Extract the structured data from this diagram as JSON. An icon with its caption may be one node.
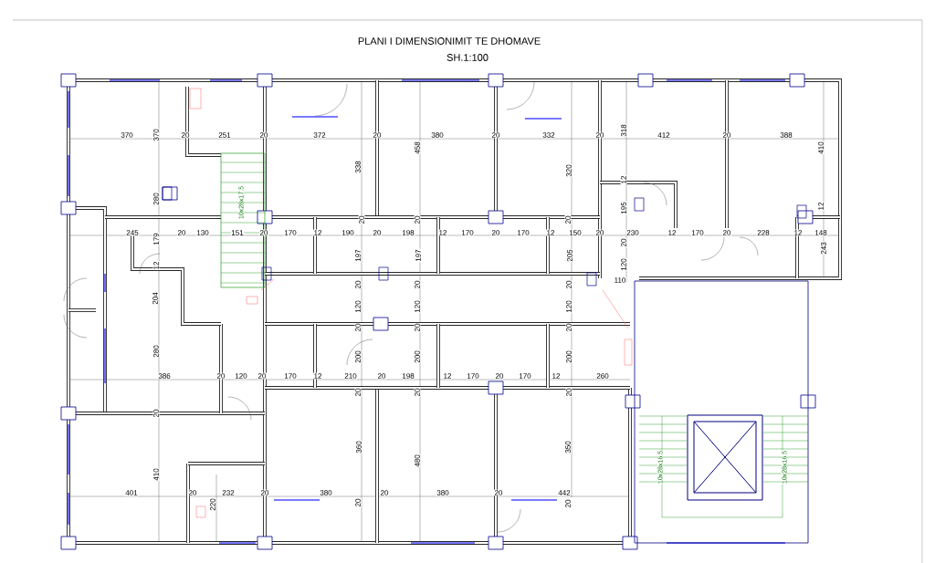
{
  "diagram": {
    "title": "PLANI I DIMENSIONIMIT TE DHOMAVE",
    "labels": [
      "SH.1:100",
      "370",
      "370",
      "20",
      "251",
      "20",
      "372",
      "338",
      "20",
      "380",
      "458",
      "20",
      "332",
      "320",
      "20",
      "318",
      "412",
      "20",
      "388",
      "410",
      "12",
      "195",
      "12",
      "280",
      "245",
      "179",
      "20",
      "130",
      "151",
      "10x28x17.5",
      "20",
      "170",
      "12",
      "190",
      "20",
      "20",
      "198",
      "20",
      "12",
      "170",
      "20",
      "170",
      "12",
      "150",
      "20",
      "20",
      "230",
      "12",
      "170",
      "20",
      "228",
      "12",
      "148",
      "243",
      "20",
      "120",
      "110",
      "197",
      "197",
      "205",
      "12",
      "204",
      "20",
      "120",
      "20",
      "200",
      "20",
      "20",
      "120",
      "20",
      "200",
      "20",
      "20",
      "120",
      "20",
      "200",
      "20",
      "280",
      "386",
      "20",
      "120",
      "20",
      "170",
      "12",
      "210",
      "20",
      "198",
      "12",
      "170",
      "20",
      "170",
      "12",
      "260",
      "20",
      "360",
      "480",
      "350",
      "410",
      "401",
      "20",
      "232",
      "20",
      "220",
      "380",
      "20",
      "20",
      "380",
      "20",
      "442",
      "20",
      "10x28x16.5",
      "10x28x16.5"
    ]
  }
}
